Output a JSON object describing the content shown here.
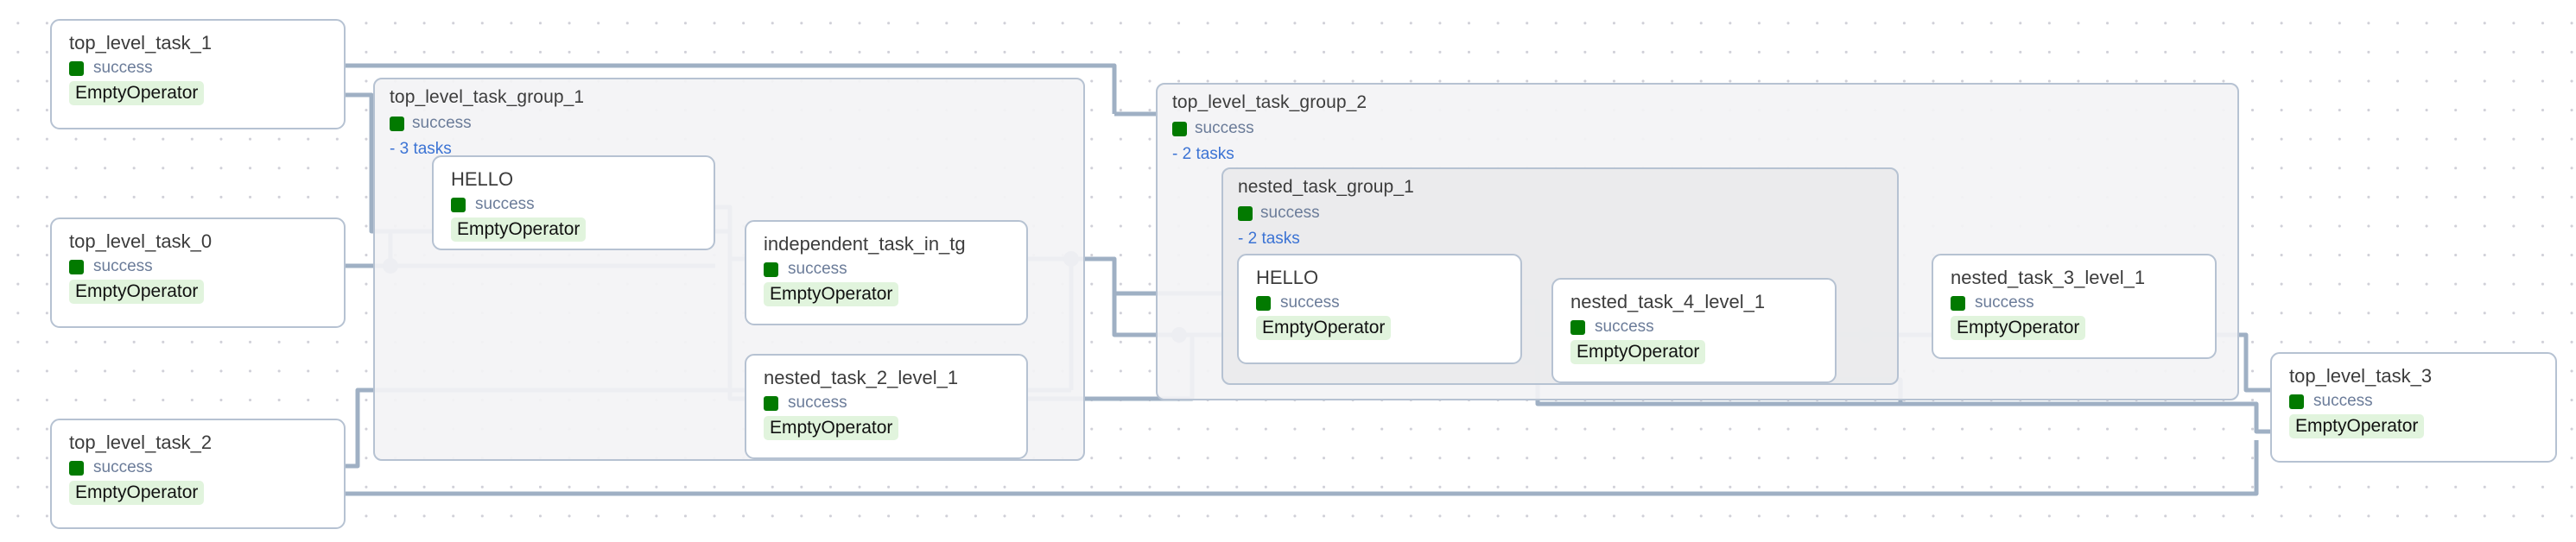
{
  "graph": {
    "view": "dag-graph",
    "colors": {
      "success_marker": "#027a00",
      "operator_chip_bg": "#e1f4dd",
      "edge": "#9fb0c4",
      "node_border": "#b6c2d2",
      "group_bg": "#f3f3f5",
      "nested_group_bg": "#eaeaec",
      "link_text": "#3b73d4",
      "status_text": "#6b7c99"
    },
    "nodes": [
      {
        "id": "top_level_task_1",
        "title": "top_level_task_1",
        "status": "success",
        "operator": "EmptyOperator"
      },
      {
        "id": "top_level_task_0",
        "title": "top_level_task_0",
        "status": "success",
        "operator": "EmptyOperator"
      },
      {
        "id": "top_level_task_2",
        "title": "top_level_task_2",
        "status": "success",
        "operator": "EmptyOperator"
      },
      {
        "id": "tg1_hello",
        "title": "HELLO",
        "status": "success",
        "operator": "EmptyOperator"
      },
      {
        "id": "independent_task_in_tg",
        "title": "independent_task_in_tg",
        "status": "success",
        "operator": "EmptyOperator"
      },
      {
        "id": "nested_task_2_level_1",
        "title": "nested_task_2_level_1",
        "status": "success",
        "operator": "EmptyOperator"
      },
      {
        "id": "ntg1_hello",
        "title": "HELLO",
        "status": "success",
        "operator": "EmptyOperator"
      },
      {
        "id": "nested_task_4_level_1",
        "title": "nested_task_4_level_1",
        "status": "success",
        "operator": "EmptyOperator"
      },
      {
        "id": "nested_task_3_level_1",
        "title": "nested_task_3_level_1",
        "status": "success",
        "operator": "EmptyOperator"
      },
      {
        "id": "top_level_task_3",
        "title": "top_level_task_3",
        "status": "success",
        "operator": "EmptyOperator"
      }
    ],
    "groups": [
      {
        "id": "top_level_task_group_1",
        "title": "top_level_task_group_1",
        "status": "success",
        "tasks": "- 3 tasks"
      },
      {
        "id": "top_level_task_group_2",
        "title": "top_level_task_group_2",
        "status": "success",
        "tasks": "- 2 tasks"
      },
      {
        "id": "nested_task_group_1",
        "title": "nested_task_group_1",
        "status": "success",
        "tasks": "- 2 tasks"
      }
    ]
  }
}
